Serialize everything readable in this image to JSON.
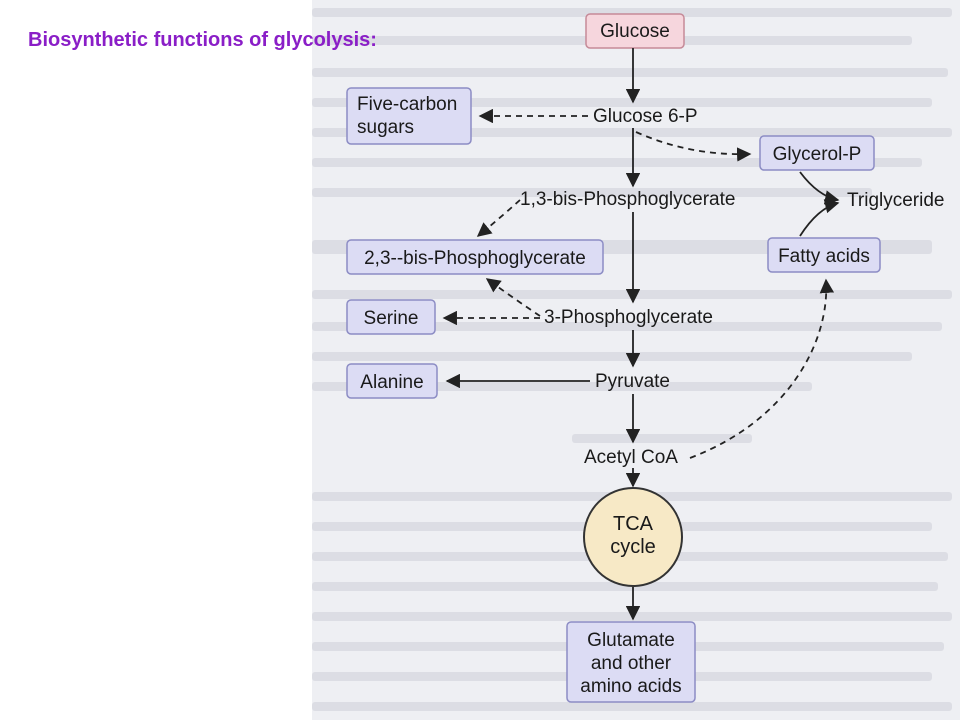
{
  "slide": {
    "title": "Biosynthetic functions of glycolysis:"
  },
  "diagram": {
    "glucose": "Glucose",
    "glucose_6p": "Glucose 6-P",
    "five_carbon_line1": "Five-carbon",
    "five_carbon_line2": "sugars",
    "glycerol_p": "Glycerol-P",
    "bpg_13": "1,3-bis-Phosphoglycerate",
    "triglyceride": "Triglyceride",
    "bpg_23": "2,3--bis-Phosphoglycerate",
    "fatty_acids": "Fatty acids",
    "serine": "Serine",
    "pg_3": "3-Phosphoglycerate",
    "alanine": "Alanine",
    "pyruvate": "Pyruvate",
    "acetyl_coa": "Acetyl CoA",
    "tca_line1": "TCA",
    "tca_line2": "cycle",
    "glutamate_line1": "Glutamate",
    "glutamate_line2": "and other",
    "glutamate_line3": "amino acids"
  },
  "colors": {
    "title": "#8a1ec7",
    "glucose_box": "#f6d6dd",
    "product_box": "#dcdcf4",
    "product_border": "#8c8cc4",
    "tca_fill": "#f7e9c6",
    "page_background": "#eeeff3"
  }
}
